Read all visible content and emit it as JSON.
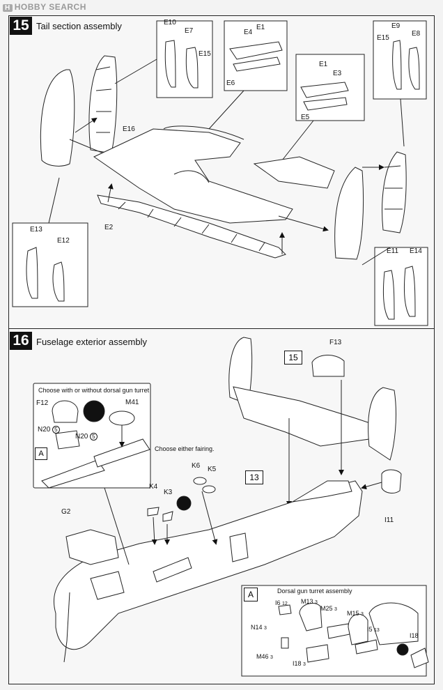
{
  "watermark": {
    "logo": "H",
    "text": "HOBBY SEARCH"
  },
  "step15": {
    "number": "15",
    "title": "Tail section assembly",
    "labels": {
      "e1a": "E1",
      "e4": "E4",
      "e6": "E6",
      "e10": "E10",
      "e7": "E7",
      "e15a": "E15",
      "e1b": "E1",
      "e3": "E3",
      "e5": "E5",
      "e15b": "E15",
      "e9": "E9",
      "e8": "E8",
      "e16": "E16",
      "e2": "E2",
      "e13": "E13",
      "e12": "E12",
      "e11": "E11",
      "e14": "E14"
    }
  },
  "step16": {
    "number": "16",
    "title": "Fuselage exterior assembly",
    "ref15": "15",
    "ref13": "13",
    "turret_option": {
      "caption": "Choose with or without dorsal gun turret",
      "f12": "F12",
      "m41": "M41",
      "n20a": "N20",
      "n20a_qty": "5",
      "n20b": "N20",
      "n20b_qty": "5",
      "box": "A"
    },
    "fairing_caption": "Choose either fairing.",
    "labels": {
      "f13": "F13",
      "k6": "K6",
      "k5": "K5",
      "k4": "K4",
      "k3": "K3",
      "g2": "G2",
      "i11": "I11"
    },
    "dorsal_turret": {
      "box": "A",
      "title": "Dorsal gun turret assembly",
      "i6": "I6",
      "i6_qty": "12",
      "m13": "M13",
      "m13_qty": "3",
      "m25": "M25",
      "m25_qty": "3",
      "m15": "M15",
      "m15_qty": "3",
      "n14": "N14",
      "n14_qty": "3",
      "i5": "I5",
      "i5_qty": "13",
      "i18a": "I18",
      "m46": "M46",
      "m46_qty": "3",
      "i18b": "I18",
      "i18b_qty": "3"
    }
  }
}
